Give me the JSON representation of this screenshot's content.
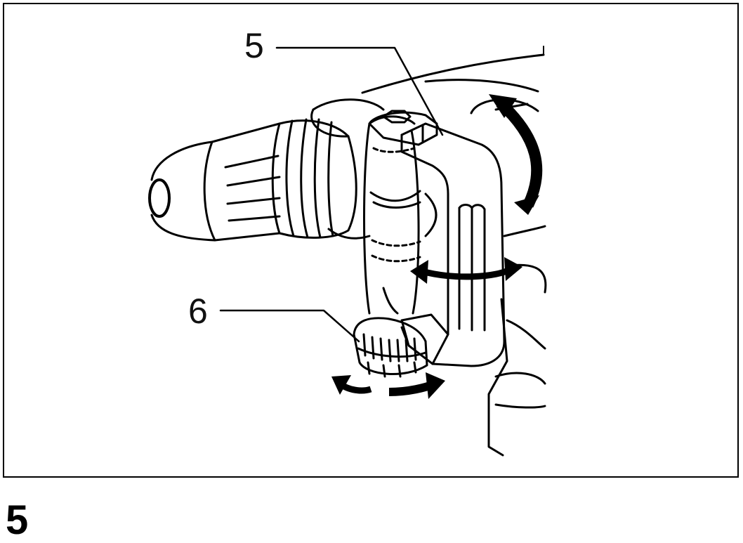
{
  "figure": {
    "number": "5",
    "callouts": [
      {
        "label": "5"
      },
      {
        "label": "6"
      }
    ]
  }
}
